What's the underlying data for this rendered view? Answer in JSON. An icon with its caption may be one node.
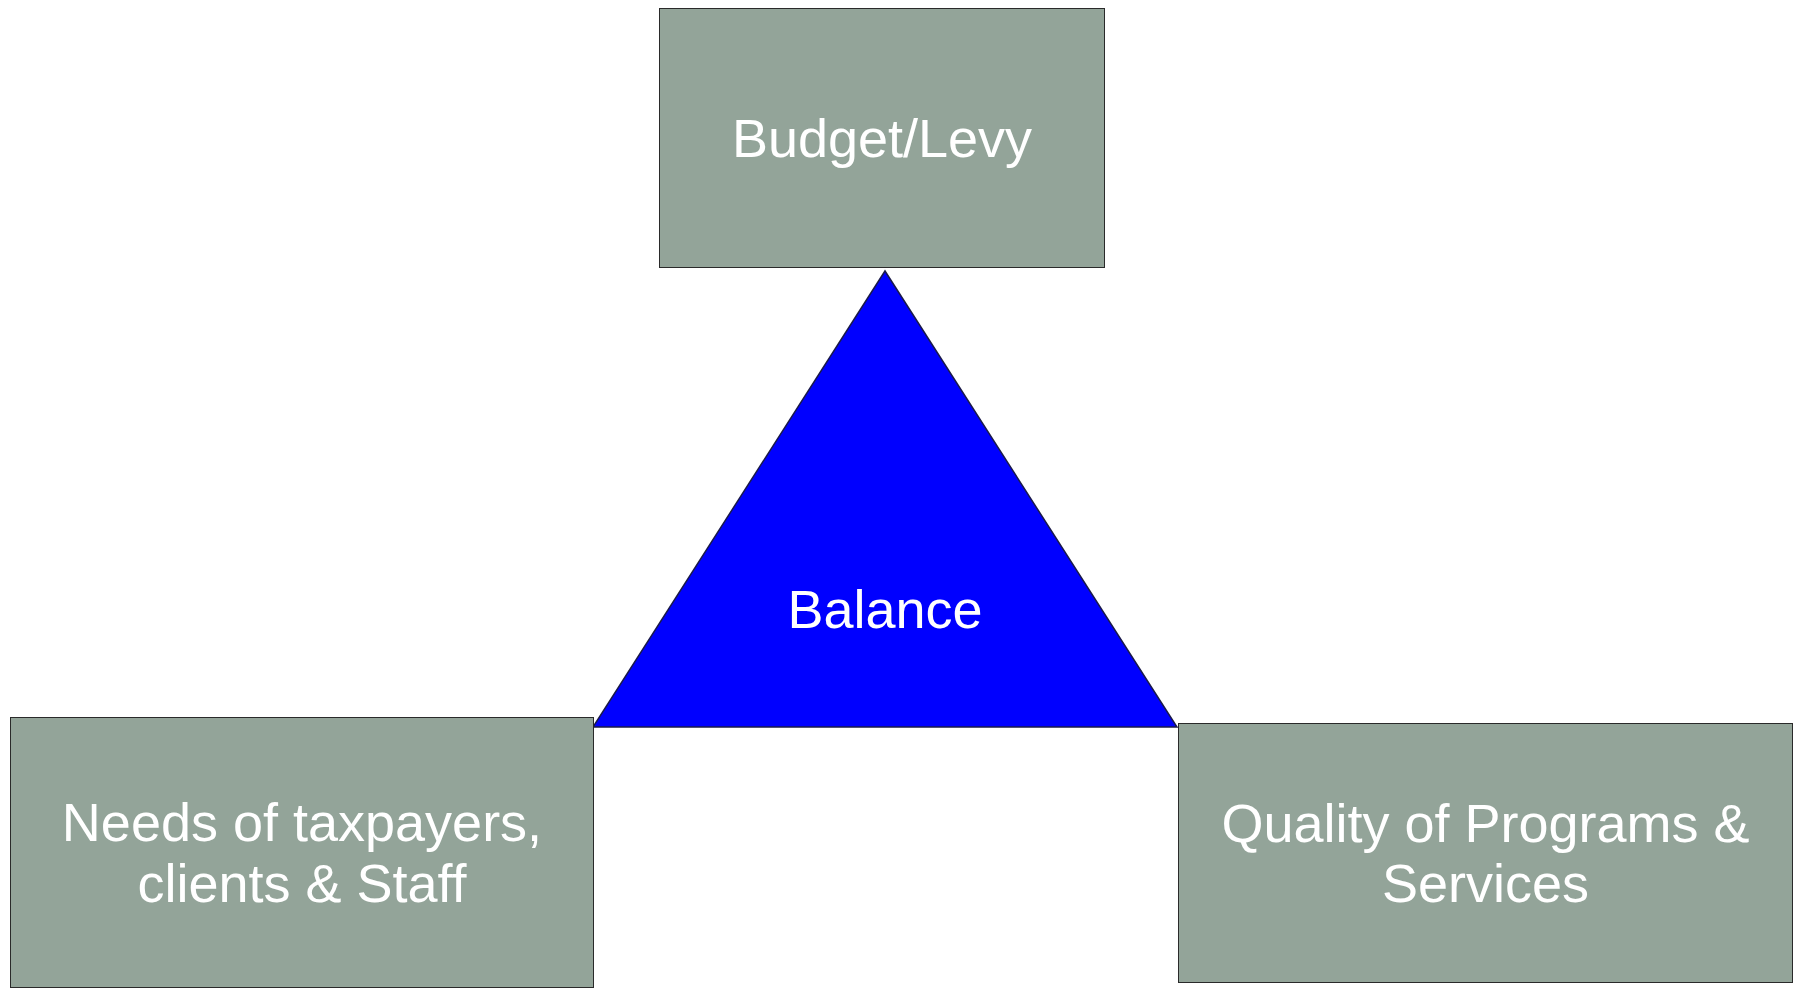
{
  "diagram": {
    "nodes": [
      {
        "text": [
          "Budget/Levy"
        ]
      },
      {
        "text": [
          "Balance"
        ]
      },
      {
        "text": [
          "Needs of taxpayers, clients & Staff"
        ]
      },
      {
        "text": [
          "Quality of Programs & Services"
        ]
      }
    ]
  }
}
